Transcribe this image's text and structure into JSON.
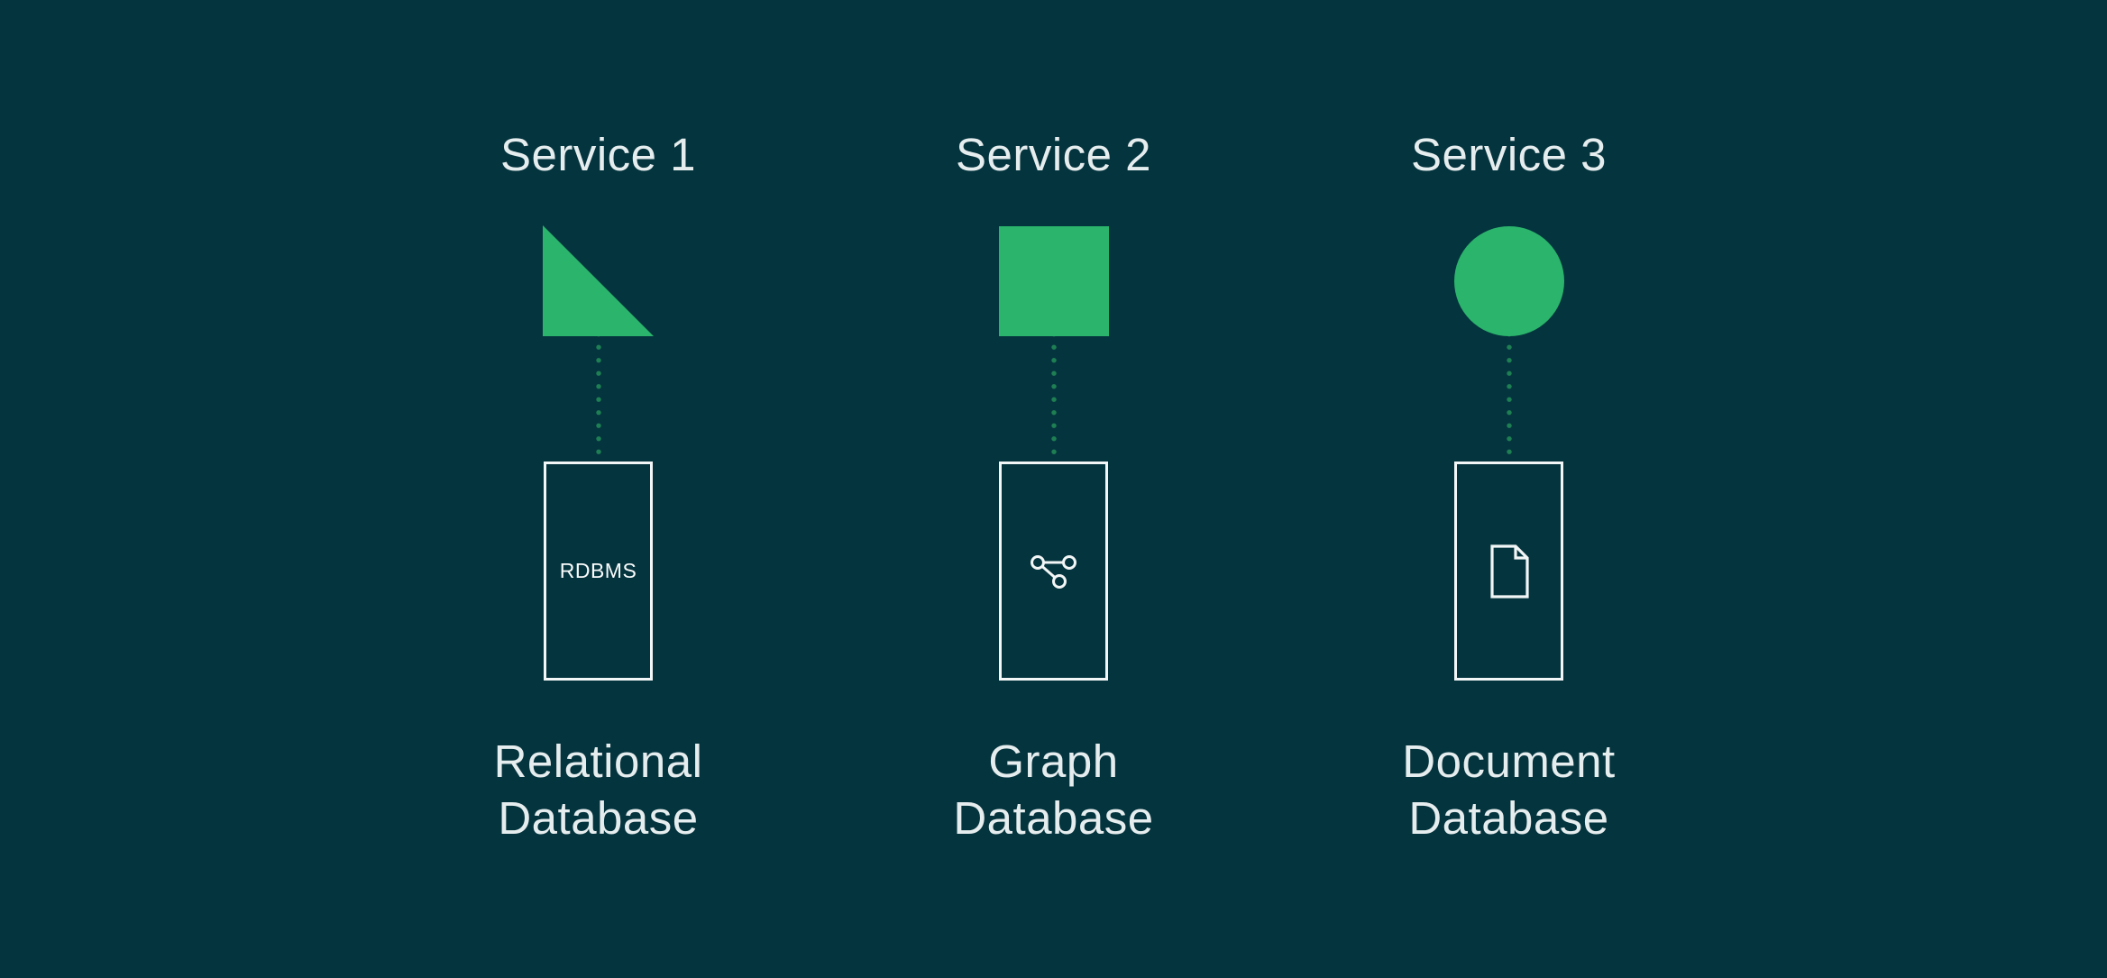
{
  "colors": {
    "background": "#04343e",
    "service_shape_green": "#2bb46b",
    "connector_dot_green": "#1e7f53",
    "label_text": "#e6edee",
    "box_outline_white": "#f2f6f6"
  },
  "columns": [
    {
      "service_label": "Service 1",
      "service_shape": "triangle",
      "db_icon": "rdbms-text-label",
      "db_box_text": "RDBMS",
      "db_label_line1": "Relational",
      "db_label_line2": "Database"
    },
    {
      "service_label": "Service 2",
      "service_shape": "square",
      "db_icon": "graph-nodes-icon",
      "db_label_line1": "Graph",
      "db_label_line2": "Database"
    },
    {
      "service_label": "Service 3",
      "service_shape": "circle",
      "db_icon": "document-icon",
      "db_label_line1": "Document",
      "db_label_line2": "Database"
    }
  ]
}
